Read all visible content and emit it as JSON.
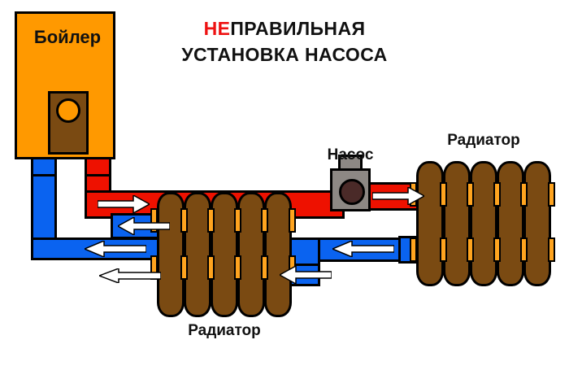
{
  "title": {
    "line1_prefix": "НЕ",
    "line1_rest": "ПРАВИЛЬНАЯ",
    "line2": "УСТАНОВКА НАСОСА",
    "highlight_color": "#ee1111",
    "text_color": "#111111"
  },
  "boiler": {
    "label": "Бойлер",
    "body_color": "#ff9900",
    "panel_color": "#7a4a12",
    "dial_color": "#ff9900"
  },
  "pump": {
    "label": "Насос",
    "body_color": "#8d8884",
    "rotor_color": "#4a2a28"
  },
  "radiators": [
    {
      "name": "left-radiator",
      "label": "Радиатор",
      "label_position": "below",
      "sections": 5
    },
    {
      "name": "right-radiator",
      "label": "Радиатор",
      "label_position": "above",
      "sections": 5
    }
  ],
  "pipes": {
    "supply_color": "#ee1100",
    "return_color": "#0a63f0",
    "radiator_color": "#7a4a12",
    "nipple_color": "#ffa41f",
    "outline_color": "#000000"
  },
  "flow_arrows": [
    {
      "name": "arrow-boiler-supply-right",
      "direction": "right"
    },
    {
      "name": "arrow-left-radiator-inlet-left",
      "direction": "left"
    },
    {
      "name": "arrow-bottom-return-left",
      "direction": "left"
    },
    {
      "name": "arrow-pump-outlet-right",
      "direction": "right"
    },
    {
      "name": "arrow-right-return-left",
      "direction": "left"
    },
    {
      "name": "arrow-left-radiator-outlet-left",
      "direction": "left"
    },
    {
      "name": "arrow-lower-return-left",
      "direction": "left"
    }
  ]
}
